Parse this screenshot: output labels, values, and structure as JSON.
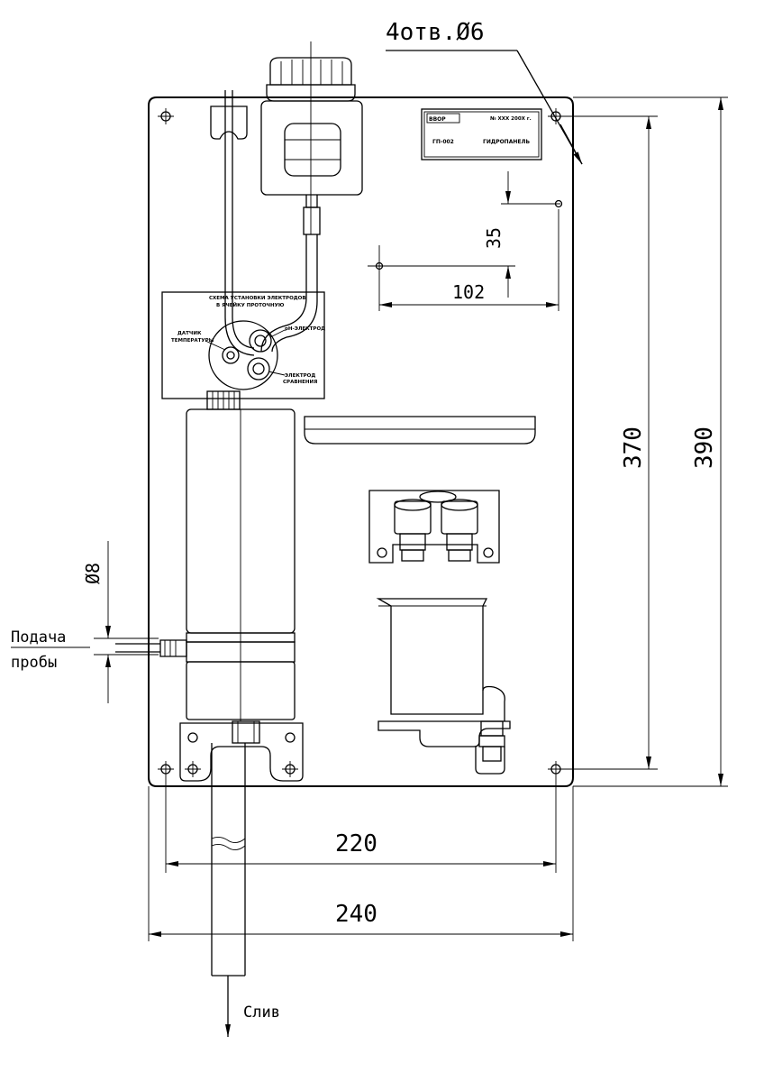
{
  "holes_note": "4отв.Ø6",
  "dimensions": {
    "d35": "35",
    "d102": "102",
    "d370": "370",
    "d390": "390",
    "d220": "220",
    "d240": "240",
    "d8": "Ø8"
  },
  "labels": {
    "feed_line1": "Подача",
    "feed_line2": "пробы",
    "drain": "Слив"
  },
  "nameplate": {
    "logo": "ВВОР",
    "number": "№ XXX 200Х г.",
    "model": "ГП-002",
    "name": "ГИДРОПАНЕЛЬ"
  },
  "electrode_diagram": {
    "title_line1": "СХЕМА УСТАНОВКИ ЭЛЕКТРОДОВ",
    "title_line2": "В ЯЧЕЙКУ ПРОТОЧНУЮ",
    "temp_sensor_line1": "ДАТЧИК",
    "temp_sensor_line2": "ТЕМПЕРАТУРЫ",
    "ph_electrode": "pH-ЭЛЕКТРОД",
    "ref_line1": "ЭЛЕКТРОД",
    "ref_line2": "СРАВНЕНИЯ"
  }
}
